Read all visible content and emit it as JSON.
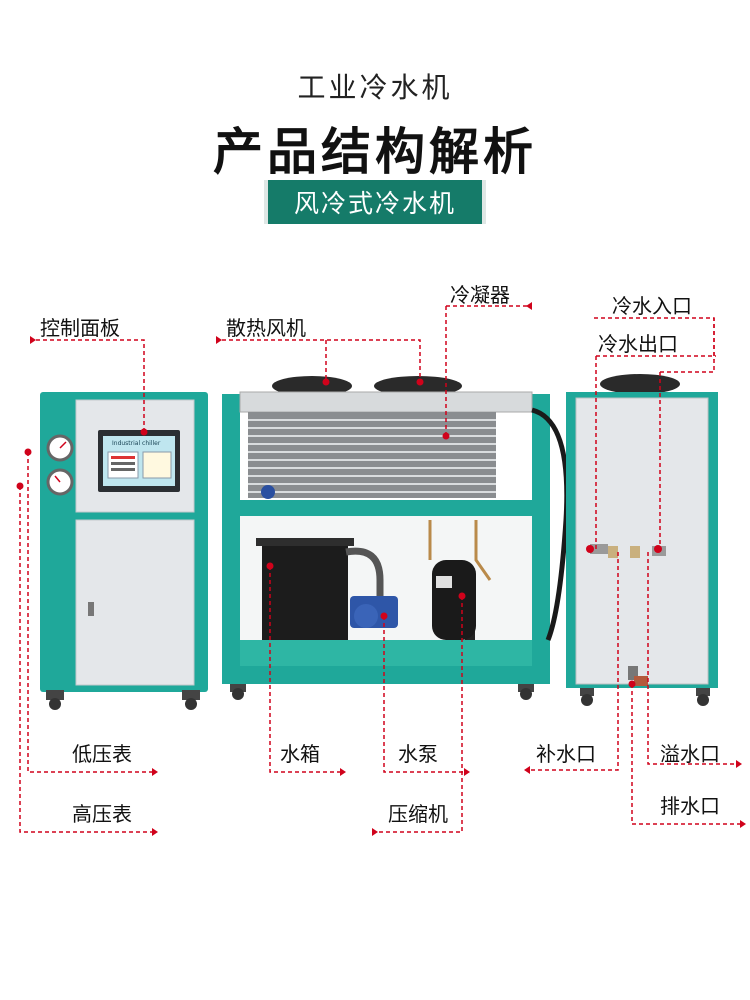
{
  "header": {
    "subtitle": "工业冷水机",
    "title": "产品结构解析",
    "badge": "风冷式冷水机"
  },
  "colors": {
    "accent": "#157b69",
    "cabinet": "#1fa89a",
    "panel": "#e4e7ea",
    "callout": "#d0021b"
  },
  "labels": {
    "control_panel": "控制面板",
    "fan": "散热风机",
    "condenser": "冷凝器",
    "cold_water_inlet": "冷水入口",
    "cold_water_outlet": "冷水出口",
    "low_pressure_gauge": "低压表",
    "high_pressure_gauge": "高压表",
    "water_tank": "水箱",
    "water_pump": "水泵",
    "compressor": "压缩机",
    "makeup_water_port": "补水口",
    "overflow_port": "溢水口",
    "drain_port": "排水口"
  },
  "control_screen_text": "Industrial chiller"
}
